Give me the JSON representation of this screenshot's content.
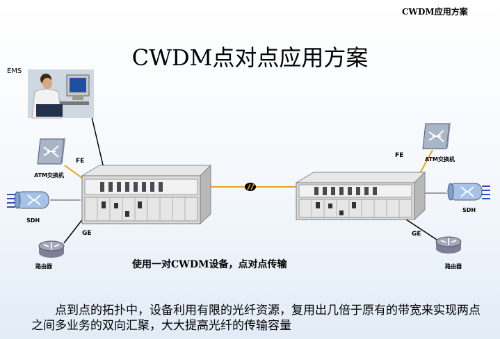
{
  "header_label": "CWDM应用方案",
  "title": "CWDM点对点应用方案",
  "ems_label": "EMS",
  "left": {
    "fe_label": "FE",
    "ge_label": "GE",
    "atm_label": "ATM交换机",
    "sdh_label": "SDH",
    "router_label": "路由器"
  },
  "right": {
    "fe_label": "FE",
    "ge_label": "GE",
    "atm_label": "ATM交换机",
    "sdh_label": "SDH",
    "router_label": "路由器"
  },
  "caption": "使用一对CWDM设备，点对点传输",
  "description": "点到点的拓扑中，设备利用有限的光纤资源，复用出几倍于原有的带宽来实现两点之间多业务的双向汇聚，大大提高光纤的传输容量",
  "colors": {
    "fiber": "#f0a020",
    "link": "#000000",
    "sdh_link": "#a0a0a0",
    "chassis": "#dcdcdc",
    "atm": "#a9b6c8",
    "sdh": "#a6c2e8",
    "router": "#9a9aae"
  }
}
